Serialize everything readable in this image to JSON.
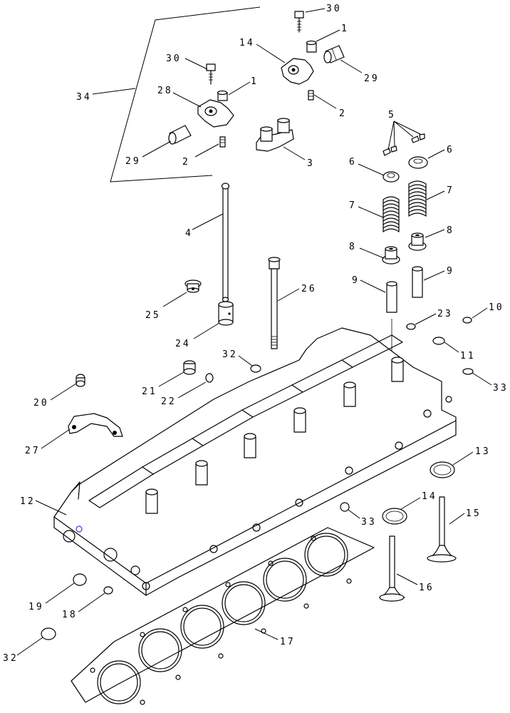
{
  "diagram": {
    "callouts": [
      "30",
      "1",
      "14",
      "29",
      "30",
      "34",
      "28",
      "1",
      "2",
      "29",
      "2",
      "3",
      "5",
      "6",
      "6",
      "7",
      "7",
      "8",
      "8",
      "4",
      "9",
      "9",
      "26",
      "25",
      "23",
      "10",
      "24",
      "11",
      "32",
      "33",
      "21",
      "22",
      "20",
      "27",
      "13",
      "12",
      "14",
      "15",
      "33",
      "19",
      "18",
      "16",
      "17",
      "32"
    ]
  }
}
